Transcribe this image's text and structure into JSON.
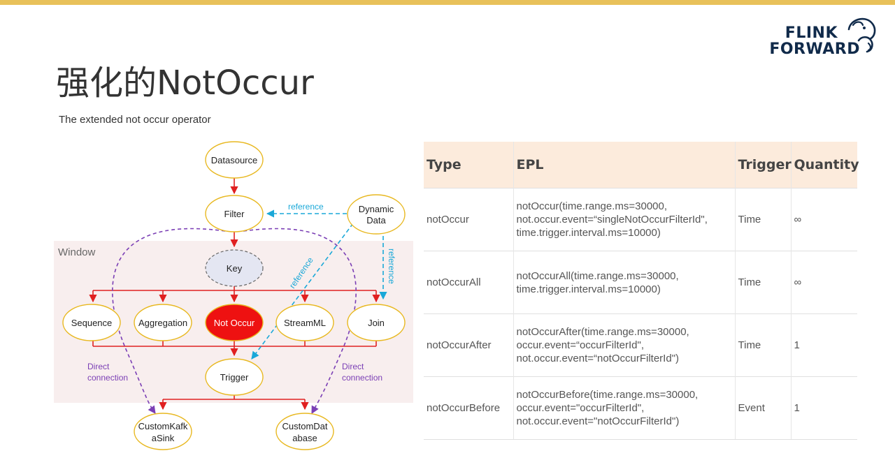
{
  "logo": {
    "line1": "FLINK",
    "line2": "FORWARD",
    "icon": "squirrel-icon"
  },
  "title": "强化的NotOccur",
  "subtitle": "The extended not occur operator",
  "diagram": {
    "window_label": "Window",
    "nodes": {
      "datasource": "Datasource",
      "filter": "Filter",
      "dynamic_data": [
        "Dynamic",
        "Data"
      ],
      "key": "Key",
      "sequence": "Sequence",
      "aggregation": "Aggregation",
      "not_occur": "Not Occur",
      "streamml": "StreamML",
      "join": "Join",
      "trigger": "Trigger",
      "kafka_sink": [
        "CustomKafk",
        "aSink"
      ],
      "database": [
        "CustomDat",
        "abase"
      ]
    },
    "labels": {
      "reference": "reference",
      "direct_connection": [
        "Direct",
        "connection"
      ]
    },
    "colors": {
      "flow": "#e02020",
      "reference": "#1aa8d8",
      "direct": "#7b3fb5",
      "node_border": "#e8b820",
      "not_occur_fill": "#ee1111",
      "key_fill": "#e4e6f2",
      "window_bg": "#f8eeee"
    }
  },
  "table": {
    "headers": [
      "Type",
      "EPL",
      "Trigger",
      "Quantity"
    ],
    "rows": [
      {
        "type": "notOccur",
        "epl": [
          "notOccur(time.range.ms=30000,",
          "not.occur.event=“singleNotOccurFilterId\",",
          "time.trigger.interval.ms=10000)"
        ],
        "trigger": "Time",
        "quantity": "∞"
      },
      {
        "type": "notOccurAll",
        "epl": [
          "notOccurAll(time.range.ms=30000,",
          "time.trigger.interval.ms=10000)"
        ],
        "trigger": "Time",
        "quantity": "∞"
      },
      {
        "type": "notOccurAfter",
        "epl": [
          "notOccurAfter(time.range.ms=30000,",
          "occur.event=“occurFilterId\",",
          "not.occur.event=“notOccurFilterId\")"
        ],
        "trigger": "Time",
        "quantity": "1"
      },
      {
        "type": "notOccurBefore",
        "epl": [
          "notOccurBefore(time.range.ms=30000,",
          "occur.event=\"occurFilterId\",",
          "not.occur.event=\"notOccurFilterId\")"
        ],
        "trigger": "Event",
        "quantity": "1"
      }
    ]
  }
}
